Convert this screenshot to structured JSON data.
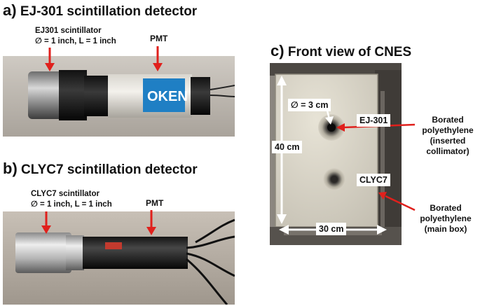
{
  "panel_a": {
    "letter": "a)",
    "title": "EJ-301 scintillation detector",
    "scintillator_label_1": "EJ301 scintillator",
    "scintillator_label_2": "∅ = 1 inch, L = 1 inch",
    "pmt_label": "PMT",
    "tube_text": "OKEN"
  },
  "panel_b": {
    "letter": "b)",
    "title": "CLYC7 scintillation detector",
    "scintillator_label_1": "CLYC7 scintillator",
    "scintillator_label_2": "∅ = 1 inch, L = 1 inch",
    "pmt_label": "PMT"
  },
  "panel_c": {
    "letter": "c)",
    "title": "Front view of CNES",
    "hole_diameter_label": "∅ = 3 cm",
    "height_label": "40 cm",
    "width_label": "30 cm",
    "ej301_label": "EJ-301",
    "clyc7_label": "CLYC7",
    "collimator_label": [
      "Borated",
      "polyethylene",
      "(inserted",
      "collimator)"
    ],
    "mainbox_label": [
      "Borated",
      "polyethylene",
      "(main box)"
    ]
  },
  "colors": {
    "arrow": "#e0201c",
    "dimension_arrow": "#ffffff",
    "pmt_blue": "#1f7fc4"
  }
}
